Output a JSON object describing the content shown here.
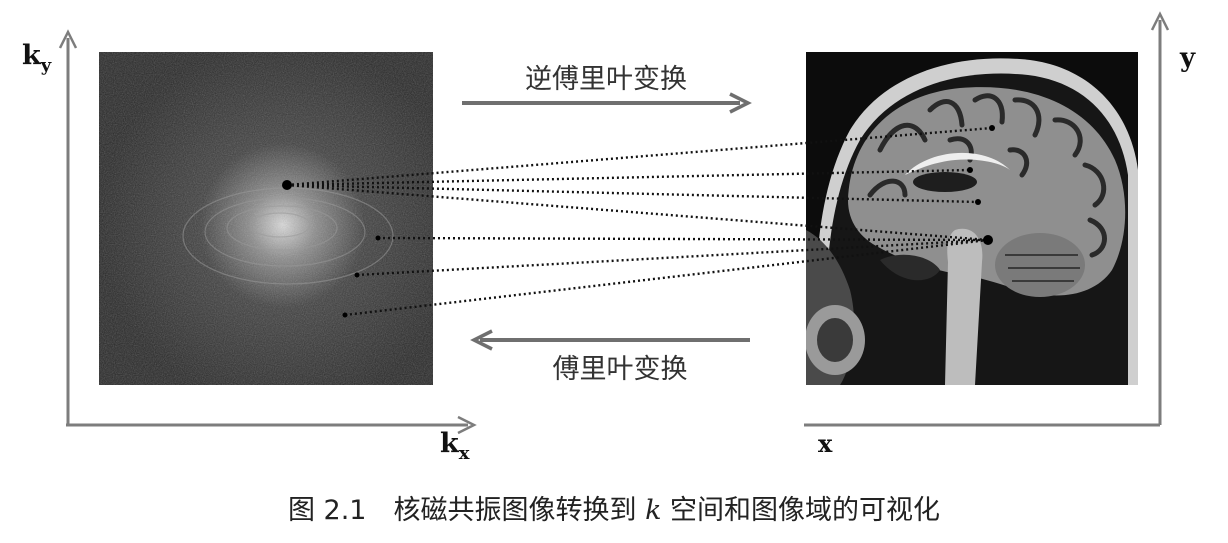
{
  "left_axes": {
    "y_label_base": "k",
    "y_label_sub": "y",
    "x_label_base": "k",
    "x_label_sub": "x"
  },
  "right_axes": {
    "y_label": "y",
    "x_label": "x"
  },
  "arrows": {
    "top_label": "逆傅里叶变换",
    "bottom_label": "傅里叶变换"
  },
  "caption": {
    "prefix": "图 2.1　核磁共振图像转换到 ",
    "k": "k",
    "suffix": " 空间和图像域的可视化"
  },
  "panels": {
    "kspace": "k-space-image",
    "mri": "mri-sagittal-brain-image"
  }
}
